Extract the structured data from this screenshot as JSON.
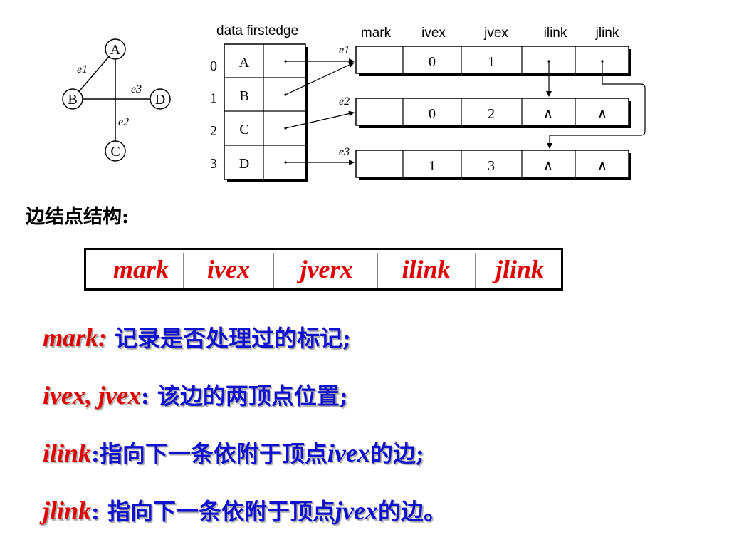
{
  "graph": {
    "nodes": [
      "A",
      "B",
      "C",
      "D"
    ],
    "edge_labels": [
      "e1",
      "e2",
      "e3"
    ]
  },
  "vertex_table": {
    "header": "data firstedge",
    "indices": [
      "0",
      "1",
      "2",
      "3"
    ],
    "data": [
      "A",
      "B",
      "C",
      "D"
    ]
  },
  "edge_nodes": {
    "headers": [
      "mark",
      "ivex",
      "jvex",
      "ilink",
      "jlink"
    ],
    "labels": [
      "e1",
      "e2",
      "e3"
    ],
    "rows": [
      {
        "ivex": "0",
        "jvex": "1",
        "ilink": "",
        "jlink": ""
      },
      {
        "ivex": "0",
        "jvex": "2",
        "ilink": "∧",
        "jlink": "∧"
      },
      {
        "ivex": "1",
        "jvex": "3",
        "ilink": "∧",
        "jlink": "∧"
      }
    ]
  },
  "structure": {
    "title": "边结点结构:",
    "fields": [
      "mark",
      "ivex",
      "jverx",
      "ilink",
      "jlink"
    ]
  },
  "descriptions": [
    {
      "term": "mark:",
      "text": " 记录是否处理过的标记;"
    },
    {
      "term": "ivex, jvex",
      "text": ": 该边的两顶点位置;"
    },
    {
      "term": "ilink",
      "text": ":指向下一条依附于顶点",
      "term2": "ivex",
      "text2": "的边;"
    },
    {
      "term": "jlink",
      "text": ": 指向下一条依附于顶点",
      "term2": "jvex",
      "text2": "的边。"
    }
  ]
}
